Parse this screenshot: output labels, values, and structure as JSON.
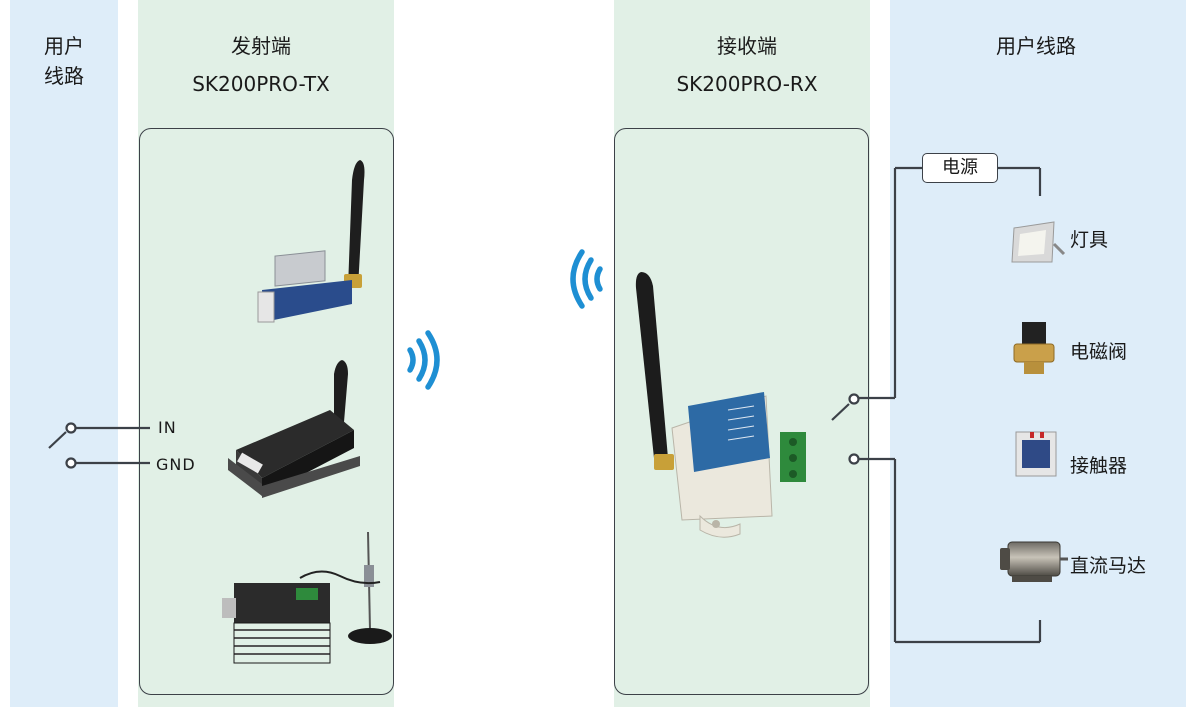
{
  "columns": {
    "user_left": {
      "title": "用户\n线路"
    },
    "transmitter": {
      "title": "发射端",
      "model": "SK200PRO-TX"
    },
    "receiver": {
      "title": "接收端",
      "model": "SK200PRO-RX"
    },
    "user_right": {
      "title": "用户线路"
    }
  },
  "input_terminals": {
    "in": "IN",
    "gnd": "GND"
  },
  "power": {
    "label": "电源"
  },
  "loads": [
    {
      "label": "灯具",
      "icon": "floodlight-icon"
    },
    {
      "label": "电磁阀",
      "icon": "solenoid-valve-icon"
    },
    {
      "label": "接触器",
      "icon": "contactor-icon"
    },
    {
      "label": "直流马达",
      "icon": "dc-motor-icon"
    }
  ],
  "colors": {
    "user_column": "#deedf9",
    "device_column": "#e1f0e6",
    "wifi": "#1e8fd3",
    "line": "#3c4148"
  }
}
